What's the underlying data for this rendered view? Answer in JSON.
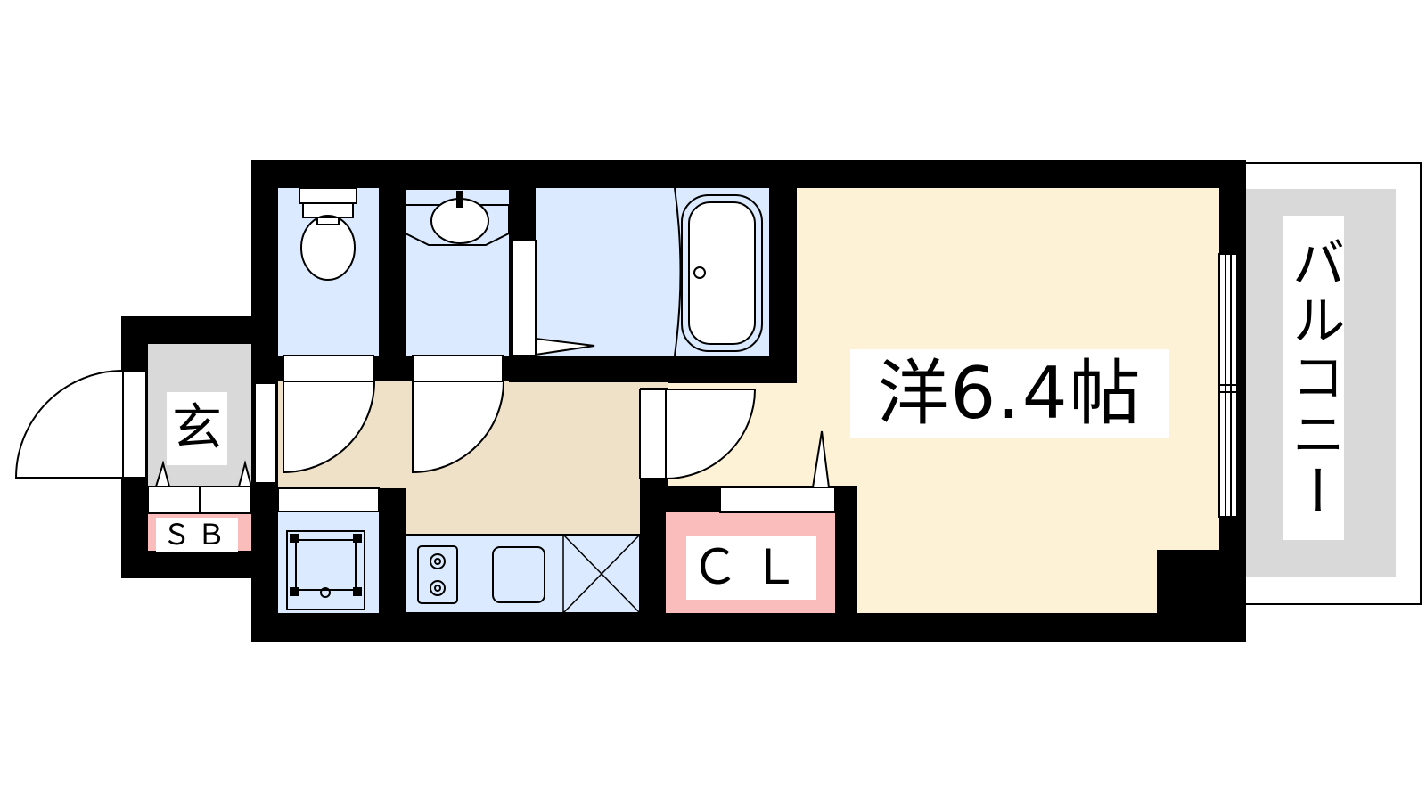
{
  "rooms": {
    "western": {
      "label": "洋6.4帖"
    },
    "entrance": {
      "label": "玄"
    },
    "closet": {
      "label": "ＣＬ"
    },
    "shoe_box": {
      "label": "ＳＢ"
    },
    "balcony": {
      "label": "バルコニー"
    }
  },
  "colors": {
    "wall": "#000000",
    "wet_area": "#dbeafe",
    "western_room": "#fdf1d6",
    "hallway": "#efe0c8",
    "entrance_floor": "#d9d9d9",
    "balcony_floor": "#d9d9d9",
    "closet_fill": "#fbbcbc",
    "fixture_line": "#000000"
  },
  "icons": [
    "toilet-icon",
    "washbasin-icon",
    "bathtub-icon",
    "stove-icon",
    "sink-icon",
    "washing-machine-icon",
    "fridge-space-icon",
    "door-swing-icon"
  ]
}
